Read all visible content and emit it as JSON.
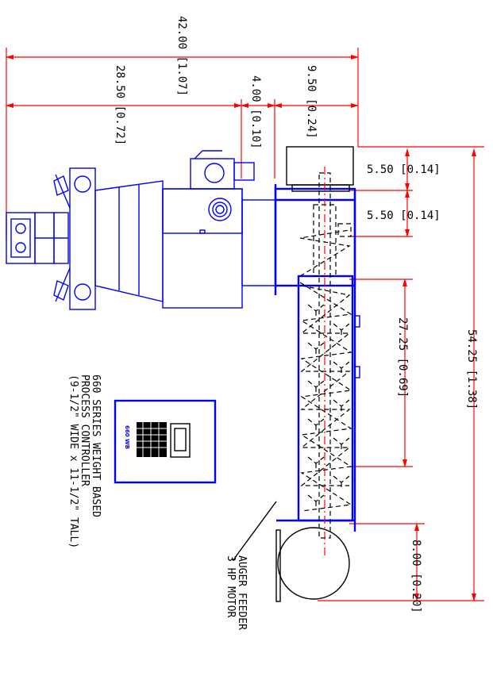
{
  "dimensions": {
    "overall_width": "42.00 [1.07]",
    "body_length": "28.50 [0.72]",
    "motor_offset": "4.00 [0.10]",
    "inlet_width": "9.50 [0.24]",
    "motor_height": "5.50 [0.14]",
    "inlet_height": "5.50 [0.14]",
    "auger_length": "27.25 [0.69]",
    "overall_height": "54.25 [1.38]",
    "outlet_diameter": "8.00 [0.20]"
  },
  "notes": {
    "auger_line1": "AUGER FEEDER",
    "auger_line2": "3 HP MOTOR",
    "controller_line1": "660 SERIES WEIGHT BASED",
    "controller_line2": "PROCESS CONTROLLER",
    "controller_line3": "(9-1/2\" WIDE x 11-1/2\" TALL)"
  },
  "controller_panel": {
    "brand_label": "660 WB"
  },
  "colors": {
    "dimension": "#ff0000",
    "equipment": "#0000ff",
    "outline": "#000000"
  }
}
